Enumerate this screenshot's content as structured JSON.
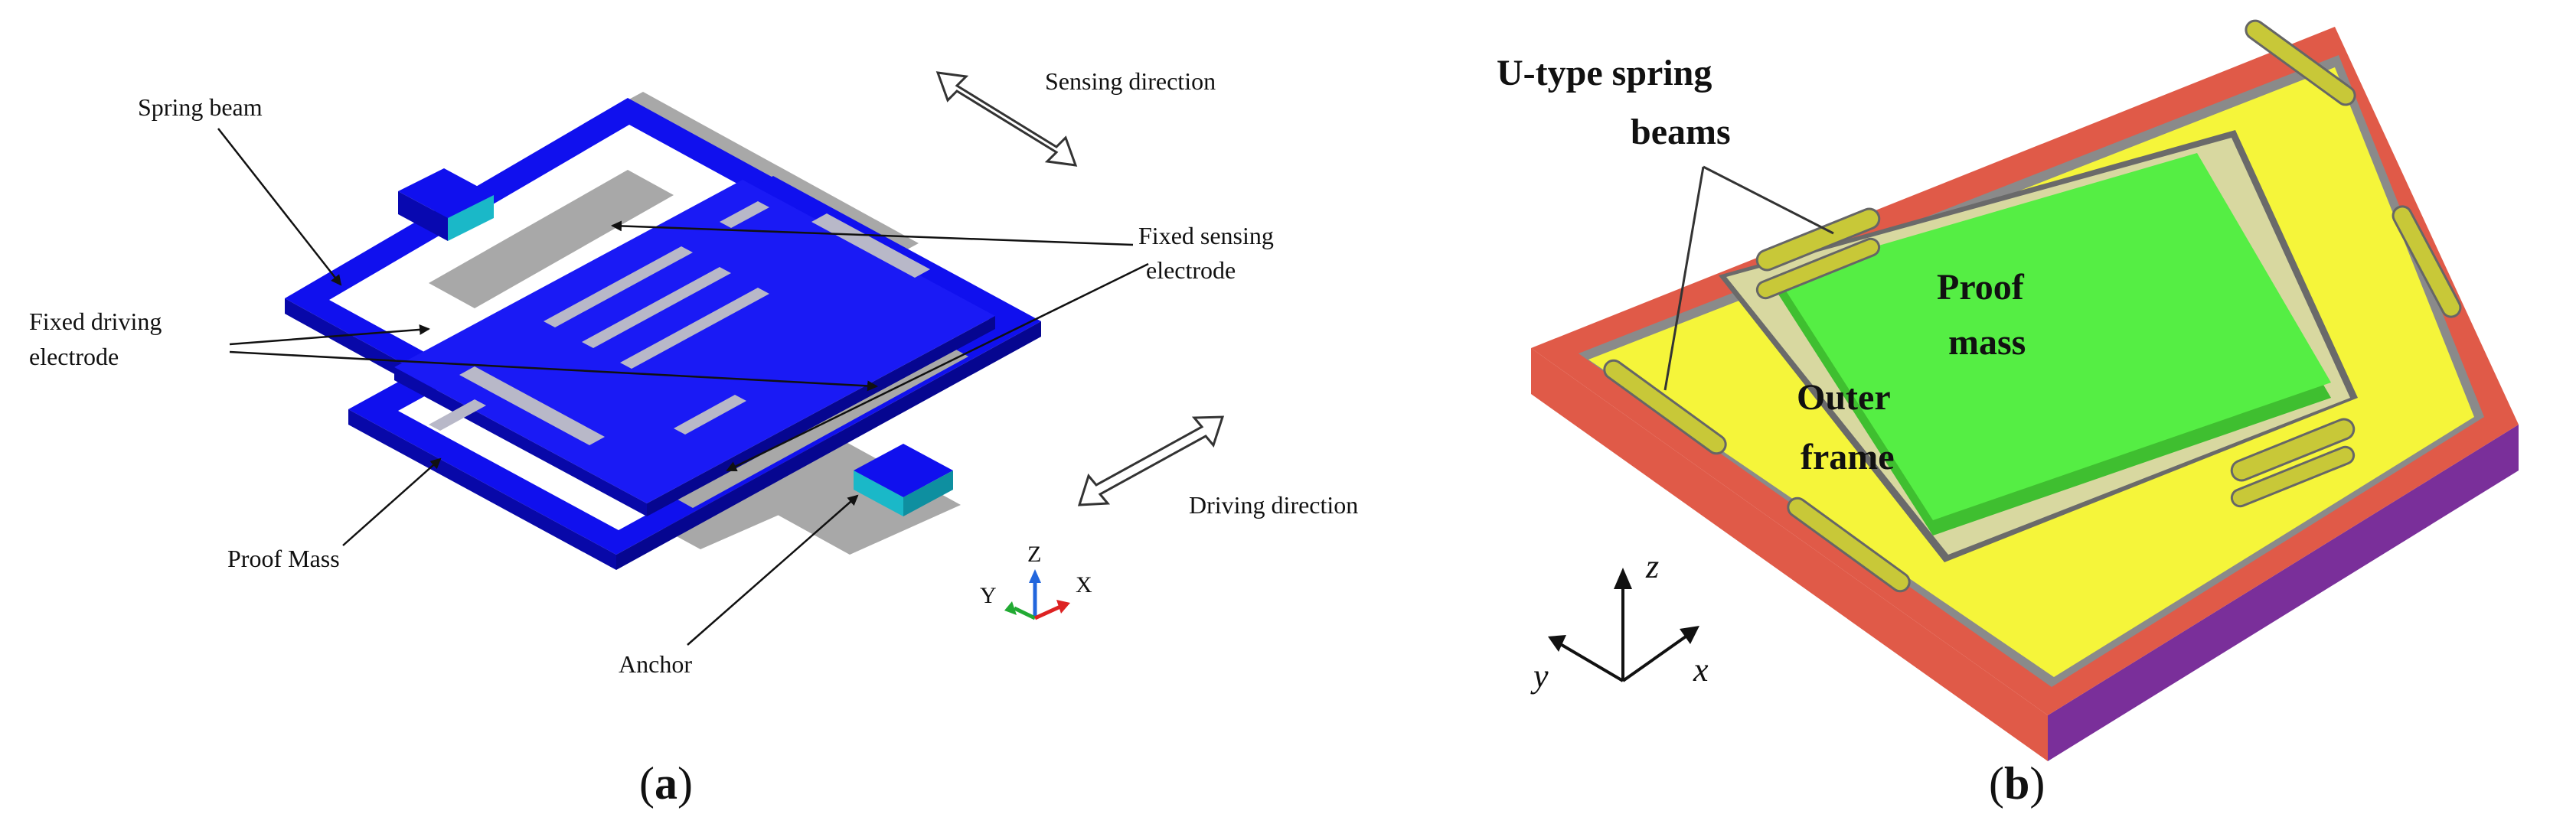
{
  "panel_a": {
    "labels": {
      "spring_beam": "Spring beam",
      "sensing_direction": "Sensing direction",
      "fixed_sensing_electrode_1": "Fixed sensing",
      "fixed_sensing_electrode_2": "electrode",
      "fixed_driving_electrode_1": "Fixed driving",
      "fixed_driving_electrode_2": "electrode",
      "driving_direction": "Driving direction",
      "proof_mass": "Proof Mass",
      "anchor": "Anchor"
    },
    "axes": {
      "z": "Z",
      "y": "Y",
      "x": "X"
    },
    "caption_open": "(",
    "caption_letter": "a",
    "caption_close": ")"
  },
  "panel_b": {
    "labels": {
      "u_type_1": "U-type spring",
      "u_type_2": "beams",
      "proof_1": "Proof",
      "proof_2": "mass",
      "outer_1": "Outer",
      "outer_2": "frame"
    },
    "axes": {
      "z": "z",
      "y": "y",
      "x": "x"
    },
    "caption_open": "(",
    "caption_letter": "b",
    "caption_close": ")"
  },
  "colors": {
    "structure_blue": "#1010ee",
    "electrode_gray": "#a8a8a8",
    "anchor_cyan": "#1ab8c8",
    "frame_red": "#e05a48",
    "frame_purple": "#7a2f9a",
    "outer_yellow": "#f5f53a",
    "proof_green": "#55ee44"
  }
}
